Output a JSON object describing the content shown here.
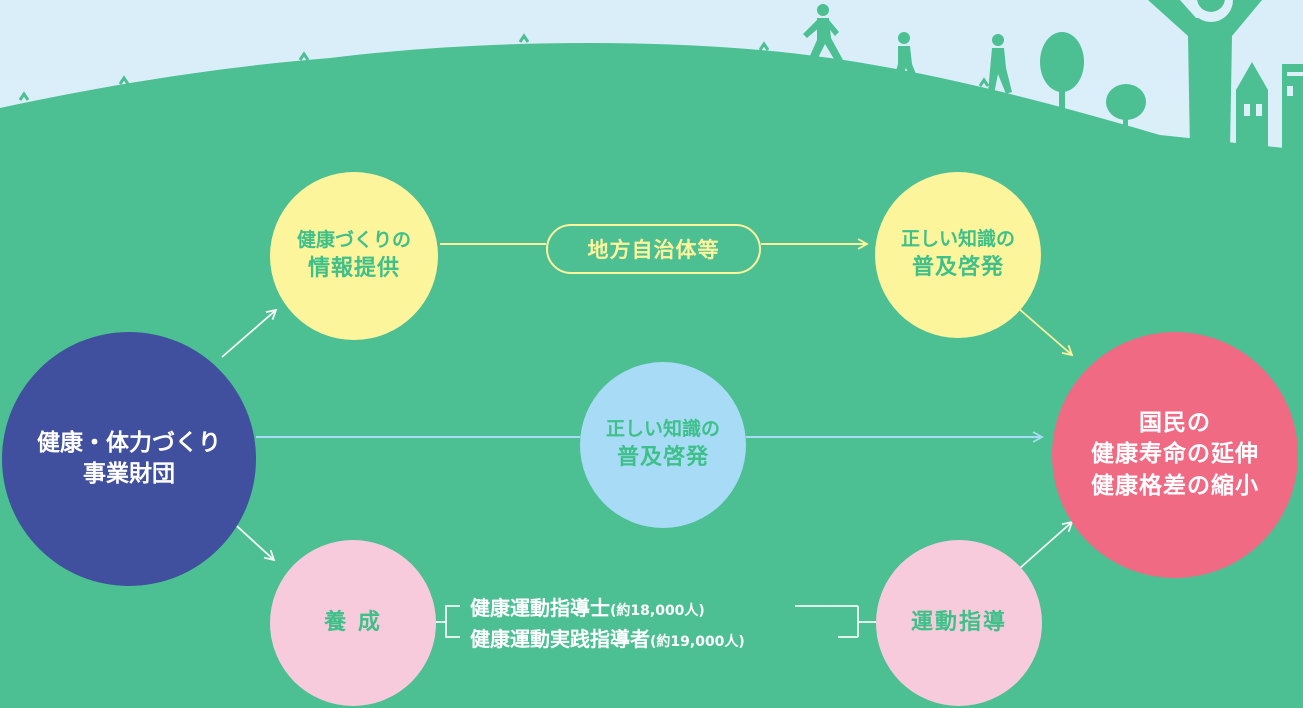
{
  "nodes": {
    "foundation": [
      "健康・体力づくり",
      "事業財団"
    ],
    "info_provision": [
      "健康づくりの",
      "情報提供"
    ],
    "local_government": "地方自治体等",
    "dissemination_top": [
      "正しい知識の",
      "普及啓発"
    ],
    "dissemination_center": [
      "正しい知識の",
      "普及啓発"
    ],
    "training": "養 成",
    "exercise_guidance": "運動指導",
    "goal": [
      "国民の",
      "健康寿命の延伸",
      "健康格差の縮小"
    ]
  },
  "trainees": [
    {
      "title": "健康運動指導士",
      "count": "(約18,000人)"
    },
    {
      "title": "健康運動実践指導者",
      "count": "(約19,000人)"
    }
  ],
  "colors": {
    "grass": "#4cbf93",
    "sky": "#dcf0fa",
    "yellow": "#fdf59c",
    "blue": "#a8dcf6",
    "pink": "#f8cbdc",
    "navy": "#404f9e",
    "red": "#f06a84"
  },
  "icons": [
    "runner-silhouette-icon",
    "tree-silhouette-icon",
    "person-raising-arms-icon",
    "building-silhouette-icon"
  ]
}
